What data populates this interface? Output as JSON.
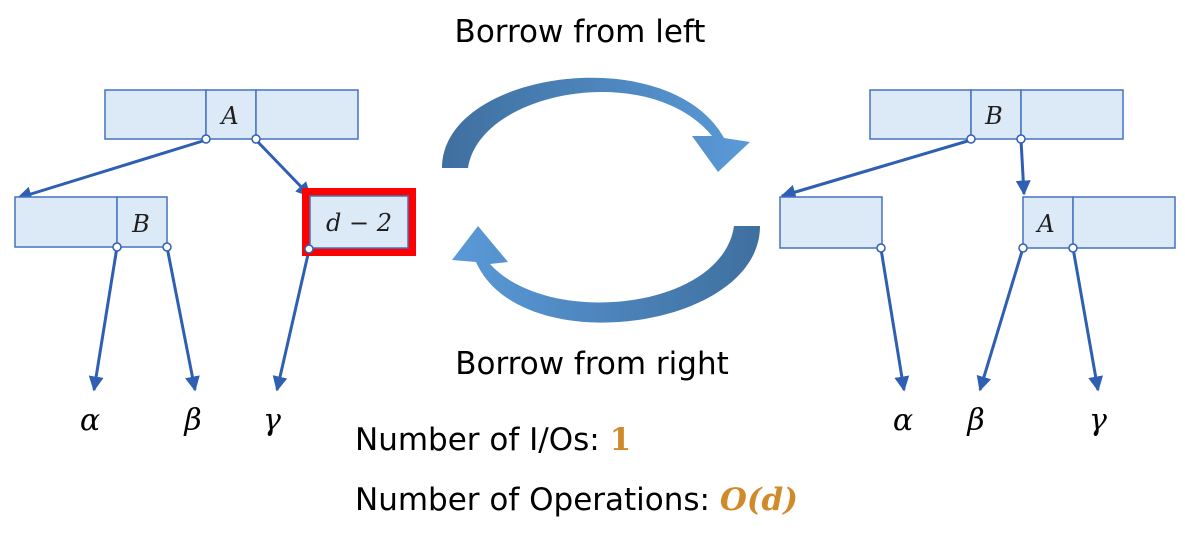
{
  "top_caption": "Borrow from left",
  "bottom_caption": "Borrow from right",
  "stats": {
    "ios_label": "Number of I/Os: ",
    "ios_value": "1",
    "ops_label": "Number of Operations: ",
    "ops_value": "O(d)"
  },
  "left_tree": {
    "root_key": "A",
    "left_child_key": "B",
    "right_child_label": "d − 2",
    "leaves": [
      "α",
      "β",
      "γ"
    ]
  },
  "right_tree": {
    "root_key": "B",
    "right_child_key": "A",
    "leaves": [
      "α",
      "β",
      "γ"
    ]
  },
  "colors": {
    "node_fill": "#dce9f7",
    "node_stroke": "#4472c4",
    "edge": "#2f5fb3",
    "highlight_border": "#ff0000",
    "emphasis": "#d08a2a",
    "arrow_dark": "#3f6f9f",
    "arrow_light": "#5a9ad8"
  }
}
